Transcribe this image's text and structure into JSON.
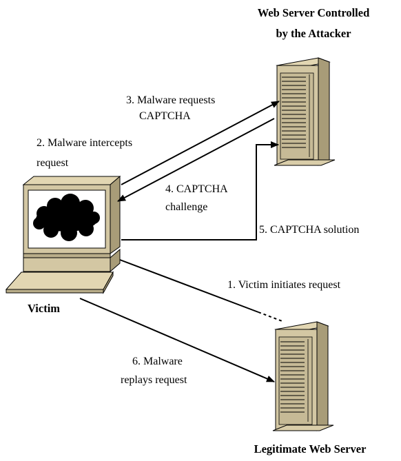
{
  "nodes": {
    "attacker_server": {
      "title_line1": "Web Server Controlled",
      "title_line2": "by the Attacker"
    },
    "victim": {
      "label": "Victim"
    },
    "legit_server": {
      "label": "Legitimate Web Server"
    }
  },
  "edges": {
    "step1": {
      "line1": "1. Victim initiates request"
    },
    "step2": {
      "line1": "2. Malware intercepts",
      "line2": "request"
    },
    "step3": {
      "line1": "3. Malware requests",
      "line2": "CAPTCHA"
    },
    "step4": {
      "line1": "4. CAPTCHA",
      "line2": "challenge"
    },
    "step5": {
      "line1": "5. CAPTCHA solution"
    },
    "step6": {
      "line1": "6. Malware",
      "line2": "replays request"
    }
  }
}
